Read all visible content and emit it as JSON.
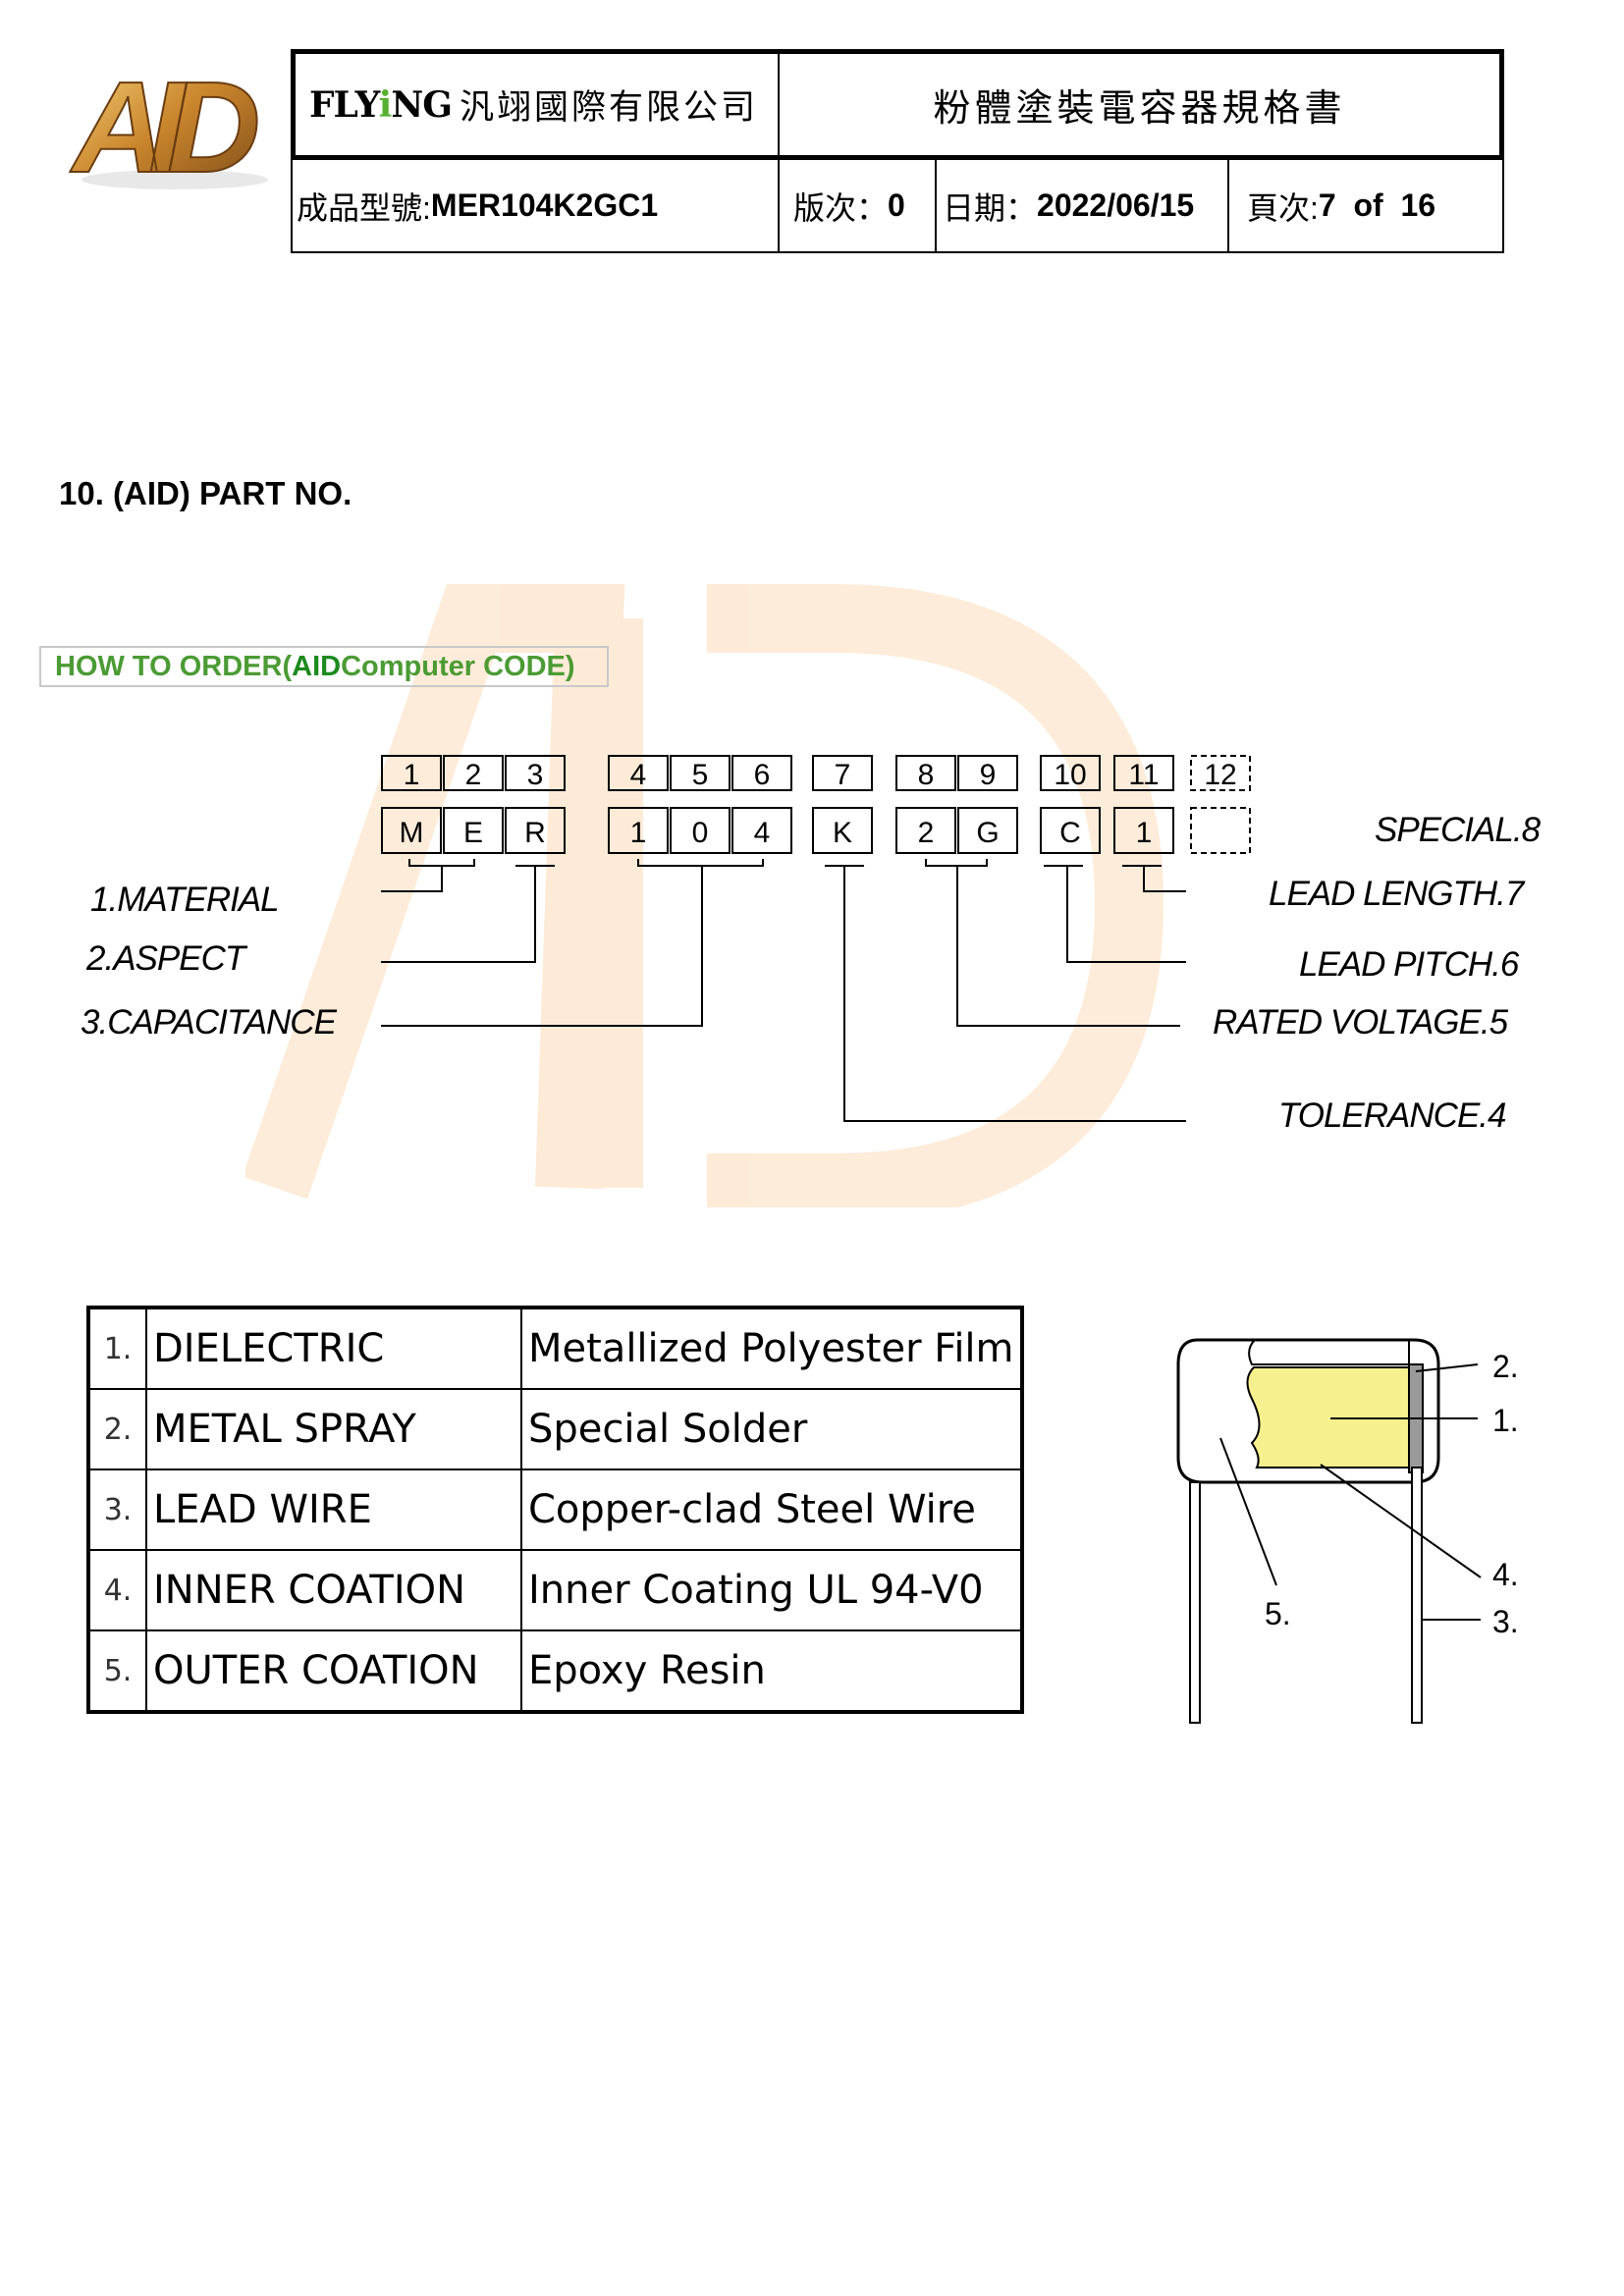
{
  "header": {
    "brand_prefix": "FLY",
    "brand_i": "i",
    "brand_suffix": "NG",
    "company_name": "汎翊國際有限公司",
    "doc_title": "粉體塗裝電容器規格書",
    "model_label": "成品型號: ",
    "model_value": "MER104K2GC1",
    "version_label": "版次：",
    "version_value": "0",
    "date_label": "日期：",
    "date_value": "2022/06/15",
    "page_label": "頁次: ",
    "page_value": "7  of  16"
  },
  "logo": {
    "text": "AID",
    "color": "#c9852c"
  },
  "section": {
    "title": "10. (AID) PART NO."
  },
  "how_to_order": {
    "prefix": "HOW TO ORDER(",
    "brand": "AID",
    "suffix": "Computer CODE)"
  },
  "part_code": {
    "positions": [
      "1",
      "2",
      "3",
      "4",
      "5",
      "6",
      "7",
      "8",
      "9",
      "10",
      "11",
      "12"
    ],
    "chars": [
      "M",
      "E",
      "R",
      "1",
      "0",
      "4",
      "K",
      "2",
      "G",
      "C",
      "1",
      ""
    ],
    "fields_left": [
      "1.MATERIAL",
      "2.ASPECT",
      "3.CAPACITANCE"
    ],
    "fields_right": [
      "SPECIAL.8",
      "LEAD LENGTH.7",
      "LEAD PITCH.6",
      "RATED VOLTAGE.5",
      "TOLERANCE.4"
    ]
  },
  "components": [
    {
      "num": "1.",
      "part": "DIELECTRIC",
      "material": "Metallized Polyester Film"
    },
    {
      "num": "2.",
      "part": "METAL SPRAY",
      "material": "Special Solder"
    },
    {
      "num": "3.",
      "part": "LEAD WIRE",
      "material": "Copper-clad Steel Wire"
    },
    {
      "num": "4.",
      "part": "INNER COATION",
      "material": "Inner  Coating UL 94-V0"
    },
    {
      "num": "5.",
      "part": "OUTER COATION",
      "material": "Epoxy Resin"
    }
  ],
  "diagram_callouts": [
    "2.",
    "1.",
    "4.",
    "3.",
    "5."
  ],
  "colors": {
    "film": "#f7f08e",
    "accent_green": "#4b9b34",
    "logo_gold": "#c9852c"
  }
}
